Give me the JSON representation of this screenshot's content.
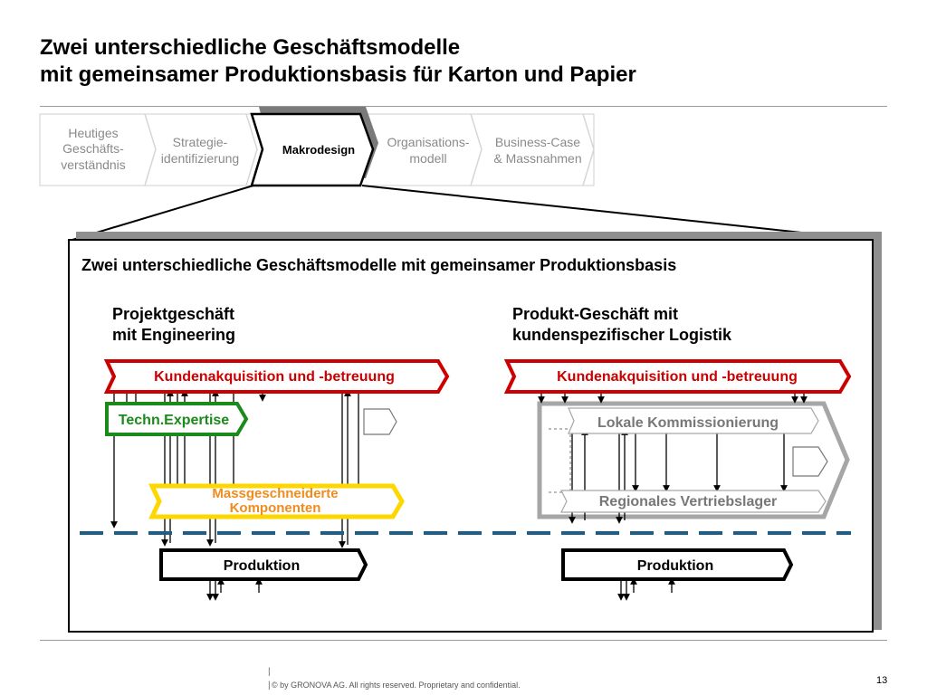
{
  "slide": {
    "title_line1": "Zwei unterschiedliche Geschäftsmodelle",
    "title_line2": "mit gemeinsamer Produktionsbasis für Karton und Papier",
    "page_number": "13",
    "footer": "© by GRONOVA AG. All rights reserved. Proprietary and confidential."
  },
  "process_steps": [
    {
      "line1": "Heutiges",
      "line2": "Geschäfts-",
      "line3": "verständnis",
      "active": false
    },
    {
      "line1": "Strategie-",
      "line2": "identifizierung",
      "active": false
    },
    {
      "line1": "Makrodesign",
      "active": true
    },
    {
      "line1": "Organisations-",
      "line2": "modell",
      "active": false
    },
    {
      "line1": "Business-Case",
      "line2": "& Massnahmen",
      "active": false
    }
  ],
  "box": {
    "title": "Zwei unterschiedliche Geschäftsmodelle mit gemeinsamer Produktionsbasis",
    "left": {
      "heading1": "Projektgeschäft",
      "heading2": "mit Engineering",
      "acquisition": "Kundenakquisition und -betreuung",
      "expertise": "Techn.Expertise",
      "components1": "Massgeschneiderte",
      "components2": "Komponenten",
      "production": "Produktion"
    },
    "right": {
      "heading1": "Produkt-Geschäft mit",
      "heading2": "kundenspezifischer Logistik",
      "acquisition": "Kundenakquisition und -betreuung",
      "commissioning": "Lokale Kommissionierung",
      "warehouse": "Regionales Vertriebslager",
      "production": "Produktion"
    }
  },
  "colors": {
    "red": "#cc0000",
    "green": "#1a8a1a",
    "yellow": "#ffd700",
    "orange": "#f08c1e",
    "gray": "#a6a6a6",
    "dark_gray": "#777777",
    "dashed_line": "#1b5e8a"
  }
}
